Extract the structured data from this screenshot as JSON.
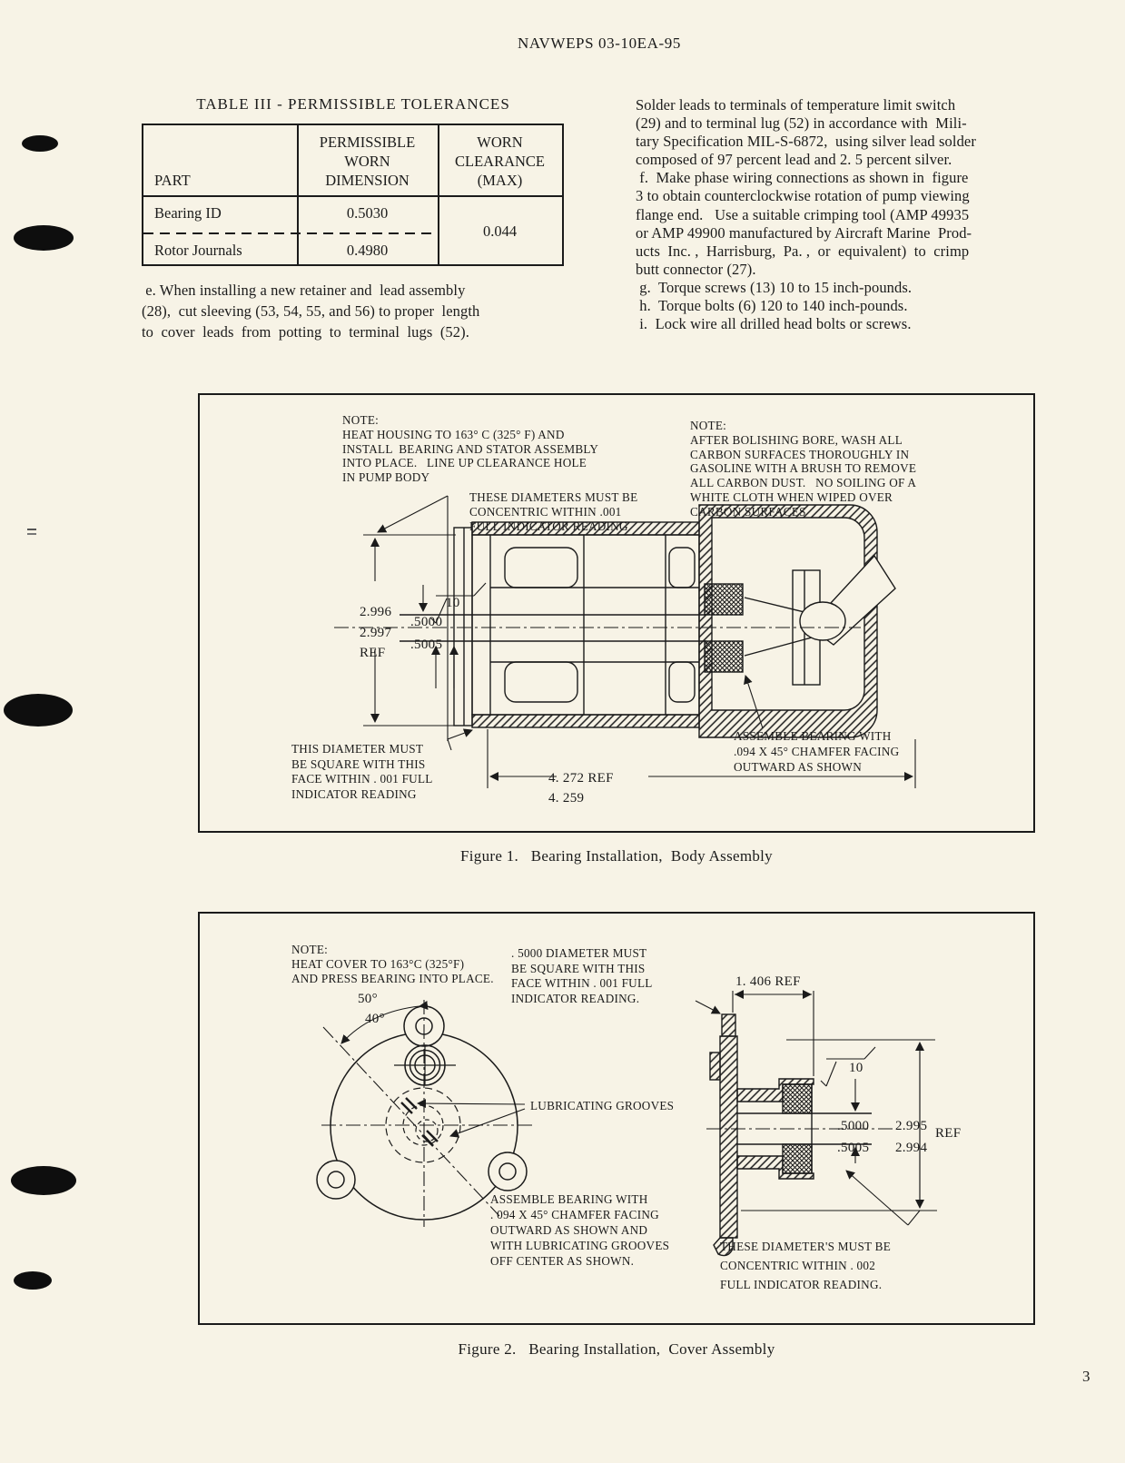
{
  "page": {
    "header": "NAVWEPS 03-10EA-95",
    "page_number": "3"
  },
  "table": {
    "title": "TABLE III - PERMISSIBLE TOLERANCES",
    "col1_header": "PART",
    "col2_header": "PERMISSIBLE\nWORN\nDIMENSION",
    "col3_header": "WORN\nCLEARANCE\n(MAX)",
    "rows": [
      {
        "part": "Bearing ID",
        "worn_dimension": "0.5030"
      },
      {
        "part": "Rotor Journals",
        "worn_dimension": "0.4980"
      }
    ],
    "worn_clearance_max": "0.044"
  },
  "text": {
    "para_e": " e. When installing a new retainer and  lead assembly\n(28),  cut sleeving (53, 54, 55, and 56) to proper  length\nto  cover  leads  from  potting  to  terminal  lugs  (52).",
    "col_right": "Solder leads to terminals of temperature limit switch\n(29) and to terminal lug (52) in accordance with  Mili-\ntary Specification MIL-S-6872,  using silver lead solder\ncomposed of 97 percent lead and 2. 5 percent silver.\n f.  Make phase wiring connections as shown in  figure\n3 to obtain counterclockwise rotation of pump viewing\nflange end.   Use a suitable crimping tool (AMP 49935\nor AMP 49900 manufactured by Aircraft Marine  Prod-\nucts  Inc. ,  Harrisburg,  Pa. ,  or  equivalent)  to  crimp\nbutt connector (27).\n g.  Torque screws (13) 10 to 15 inch-pounds.\n h.  Torque bolts (6) 120 to 140 inch-pounds.\n i.  Lock wire all drilled head bolts or screws."
  },
  "figure1": {
    "caption": "Figure 1.   Bearing Installation,  Body Assembly",
    "note_left": "NOTE:\nHEAT HOUSING TO 163° C (325° F) AND\nINSTALL  BEARING AND STATOR ASSEMBLY\nINTO PLACE.   LINE UP CLEARANCE HOLE\nIN PUMP BODY",
    "note_right": "NOTE:\nAFTER BOLISHING BORE, WASH ALL\nCARBON SURFACES THOROUGHLY IN\nGASOLINE WITH A BRUSH TO REMOVE\nALL CARBON DUST.   NO SOILING OF A\nWHITE CLOTH WHEN WIPED OVER\nCARBON SURFACES",
    "label_concentric": "THESE DIAMETERS MUST BE\nCONCENTRIC WITHIN .001\nFULL INDICATOR READING",
    "label_square": "THIS DIAMETER MUST\nBE SQUARE WITH THIS\nFACE WITHIN . 001 FULL\nINDICATOR READING",
    "label_chamfer": "ASSEMBLE BEARING WITH\n.094 X 45° CHAMFER FACING\nOUTWARD AS SHOWN",
    "dim_od": "2.996\n2.997\nREF",
    "dim_bore": ".5000\n.5005",
    "surface_finish": "10",
    "dim_length": "4. 272 REF\n4. 259"
  },
  "figure2": {
    "caption": "Figure 2.   Bearing Installation,  Cover Assembly",
    "note": "NOTE:\nHEAT COVER TO 163°C (325°F)\nAND PRESS BEARING INTO PLACE.",
    "label_square": ". 5000 DIAMETER MUST\nBE SQUARE WITH THIS\nFACE WITHIN . 001 FULL\nINDICATOR READING.",
    "dim_flange": "1. 406 REF",
    "angle_outer": "50°",
    "angle_inner": "40°",
    "label_grooves": "LUBRICATING GROOVES",
    "label_chamfer": "ASSEMBLE BEARING WITH\n. 094 X 45° CHAMFER FACING\nOUTWARD AS SHOWN AND\nWITH LUBRICATING GROOVES\nOFF CENTER AS SHOWN.",
    "label_concentric": "THESE DIAMETER'S MUST BE\nCONCENTRIC WITHIN . 002\nFULL INDICATOR READING.",
    "dim_bore": ".5000\n.5005",
    "dim_od": "2.995\n2.994",
    "dim_od_ref": "REF",
    "surface_finish": "10"
  }
}
